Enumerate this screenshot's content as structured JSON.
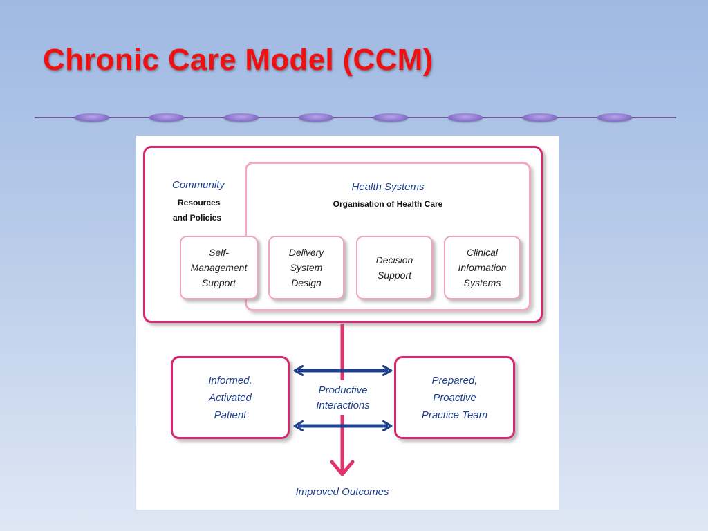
{
  "slide": {
    "title": "Chronic Care Model (CCM)"
  },
  "divider": {
    "bead_count": 8
  },
  "diagram": {
    "community": {
      "title": "Community",
      "line1": "Resources",
      "line2": "and Policies"
    },
    "health_systems": {
      "title": "Health Systems",
      "subtitle": "Organisation of Health Care"
    },
    "components": [
      {
        "lines": [
          "Self-",
          "Management",
          "Support"
        ]
      },
      {
        "lines": [
          "Delivery",
          "System",
          "Design"
        ]
      },
      {
        "lines": [
          "Decision",
          "Support"
        ]
      },
      {
        "lines": [
          "Clinical",
          "Information",
          "Systems"
        ]
      }
    ],
    "patient": {
      "lines": [
        "Informed,",
        "Activated",
        "Patient"
      ]
    },
    "team": {
      "lines": [
        "Prepared,",
        "Proactive",
        "Practice Team"
      ]
    },
    "interactions": {
      "line1": "Productive",
      "line2": "Interactions"
    },
    "outcome": "Improved Outcomes"
  },
  "colors": {
    "title": "#ee1111",
    "magenta": "#d9276f",
    "pink_light": "#f1a4c2",
    "navy": "#1f3f8f"
  }
}
